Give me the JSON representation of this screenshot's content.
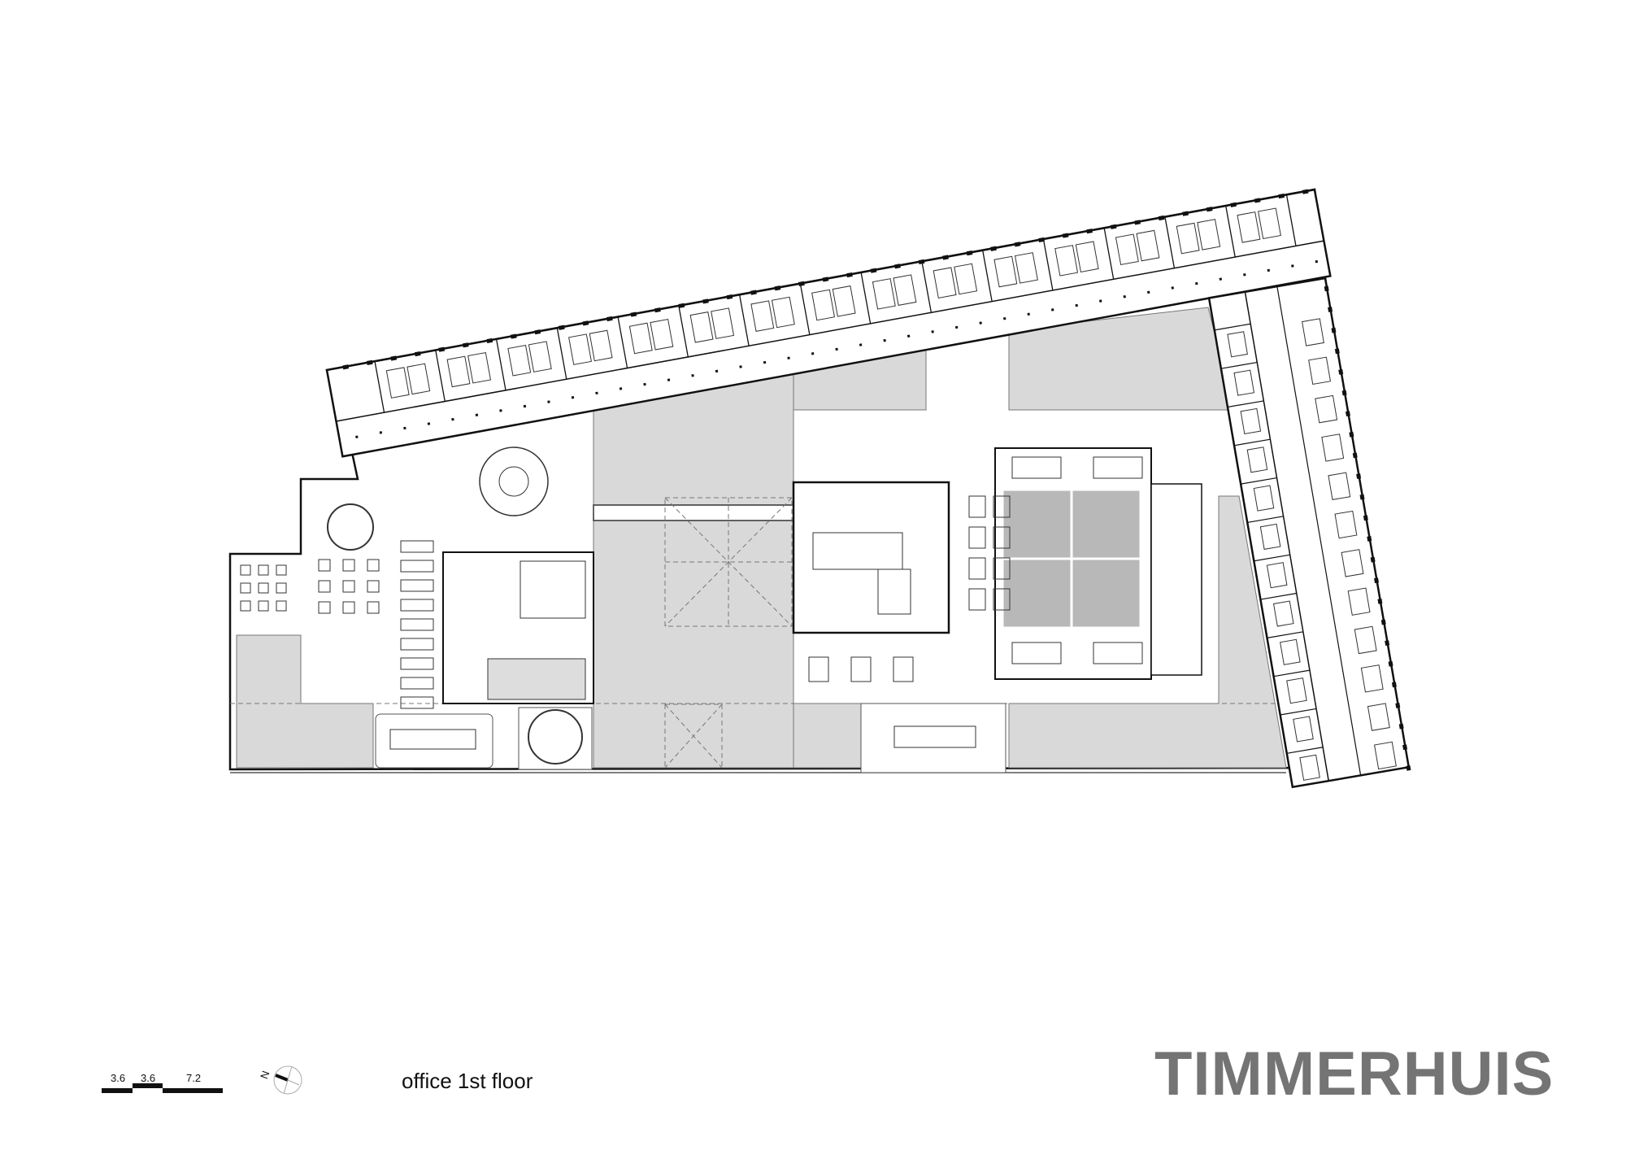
{
  "drawing": {
    "title": "office  1st floor",
    "project": "TIMMERHUIS",
    "north_label": "N",
    "scale_bar": {
      "segments": [
        "3.6",
        "3.6",
        "7.2"
      ]
    }
  },
  "colors": {
    "void_gray": "#d9d9d9",
    "meeting_gray": "#b8b8b8",
    "wall": "#111111",
    "brand_gray": "#747474"
  }
}
